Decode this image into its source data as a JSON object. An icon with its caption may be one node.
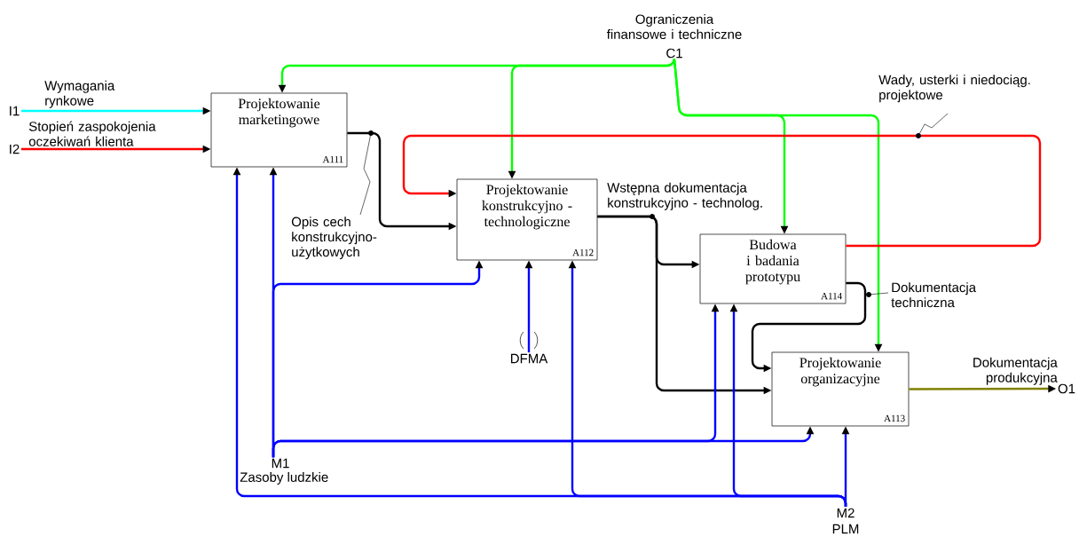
{
  "diagram": {
    "nodes": [
      {
        "text": [
          "Projektowanie marketingowe",
          "A111"
        ]
      },
      {
        "text": [
          "Projektowanie konstrukcyjno - technologiczne",
          "A112"
        ]
      },
      {
        "text": [
          "Budowa i badania prototypu",
          "A114"
        ]
      },
      {
        "text": [
          "Projektowanie organizacyjne",
          "A113"
        ]
      },
      {
        "text": [
          "I1"
        ]
      },
      {
        "text": [
          "I2"
        ]
      },
      {
        "text": [
          "C1"
        ],
        "beside": [
          "Ograniczenia finansowe i techniczne"
        ]
      },
      {
        "text": [
          "M1"
        ],
        "beside": [
          "Zasoby ludzkie"
        ]
      },
      {
        "text": [
          "M2"
        ],
        "beside": [
          "PLM"
        ]
      },
      {
        "text": [
          "DFMA"
        ]
      },
      {
        "text": [
          "O1"
        ]
      }
    ],
    "edges": [
      {
        "from": 4,
        "to": 0,
        "arrow": "to",
        "label": "Wymagania rynkowe",
        "color": "#00ffff"
      },
      {
        "from": 5,
        "to": 0,
        "arrow": "to",
        "label": "Stopień zaspokojenia oczekiwań klienta",
        "color": "#ff0000"
      },
      {
        "from": 6,
        "to": 0,
        "arrow": "to",
        "color": "#00ff00"
      },
      {
        "from": 6,
        "to": 1,
        "arrow": "to",
        "color": "#00ff00"
      },
      {
        "from": 6,
        "to": 2,
        "arrow": "to",
        "color": "#00ff00"
      },
      {
        "from": 6,
        "to": 3,
        "arrow": "to",
        "color": "#00ff00"
      },
      {
        "from": 0,
        "to": 1,
        "arrow": "to",
        "label": "Opis cech konstrukcyjno-użytkowych",
        "color": "#000000"
      },
      {
        "from": 1,
        "to": 2,
        "arrow": "to",
        "label": "Wstępna dokumentacja konstrukcyjno - technolog.",
        "color": "#000000"
      },
      {
        "from": 1,
        "to": 3,
        "arrow": "to",
        "color": "#000000"
      },
      {
        "from": 2,
        "to": 1,
        "arrow": "to",
        "label": "Wady, usterki i niedociąg. projektowe",
        "color": "#ff0000"
      },
      {
        "from": 2,
        "to": 3,
        "arrow": "to",
        "label": "Dokumentacja techniczna",
        "color": "#000000"
      },
      {
        "from": 3,
        "to": 10,
        "arrow": "to",
        "label": "Dokumentacja produkcyjna",
        "color": "#808000"
      },
      {
        "from": 7,
        "to": 0,
        "arrow": "to",
        "color": "#0000ff"
      },
      {
        "from": 7,
        "to": 1,
        "arrow": "to",
        "color": "#0000ff"
      },
      {
        "from": 7,
        "to": 2,
        "arrow": "to",
        "color": "#0000ff"
      },
      {
        "from": 7,
        "to": 3,
        "arrow": "to",
        "color": "#0000ff"
      },
      {
        "from": 8,
        "to": 0,
        "arrow": "to",
        "color": "#0000ff"
      },
      {
        "from": 8,
        "to": 1,
        "arrow": "to",
        "color": "#0000ff"
      },
      {
        "from": 8,
        "to": 2,
        "arrow": "to",
        "color": "#0000ff"
      },
      {
        "from": 8,
        "to": 3,
        "arrow": "to",
        "color": "#0000ff"
      },
      {
        "from": 9,
        "to": 1,
        "arrow": "to",
        "color": "#0000ff"
      }
    ]
  }
}
